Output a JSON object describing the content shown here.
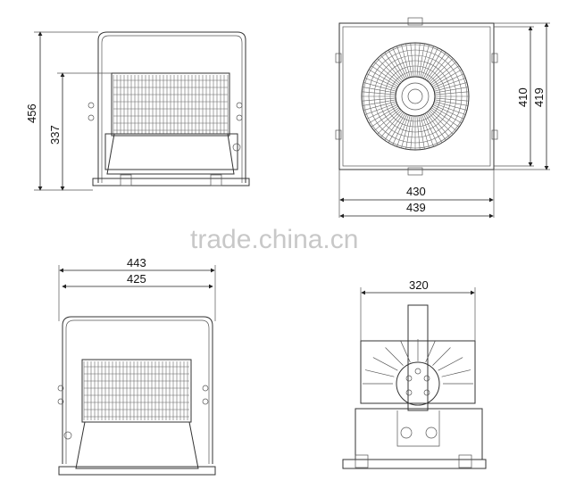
{
  "watermark": "trade.china.cn",
  "views": {
    "side_top": {
      "height_overall": "456",
      "height_body": "337"
    },
    "front_top": {
      "height_inner": "410",
      "height_outer": "419",
      "width_inner": "430",
      "width_outer": "439"
    },
    "side_bottom": {
      "width_outer": "443",
      "width_inner": "425"
    },
    "rear_bottom": {
      "width": "320"
    }
  }
}
